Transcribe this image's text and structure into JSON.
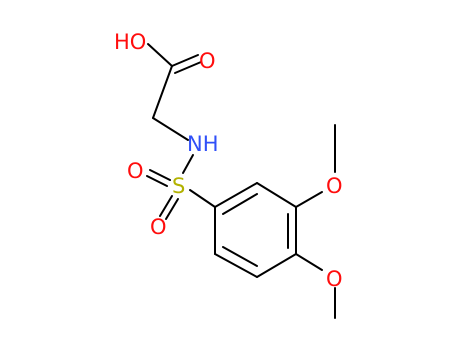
{
  "molecule": {
    "atoms": {
      "hydroxyl": "HO",
      "carbonyl_o": "O",
      "amine": "NH",
      "sulfur": "S",
      "sulfonyl_o_left": "O",
      "sulfonyl_o_bottom": "O",
      "methoxy_o_top": "O",
      "methoxy_o_bottom": "O"
    }
  },
  "colors": {
    "bond": "#000000",
    "oxygen": "#ff0d0d",
    "nitrogen": "#3050f8",
    "sulfur": "#b2b200"
  }
}
